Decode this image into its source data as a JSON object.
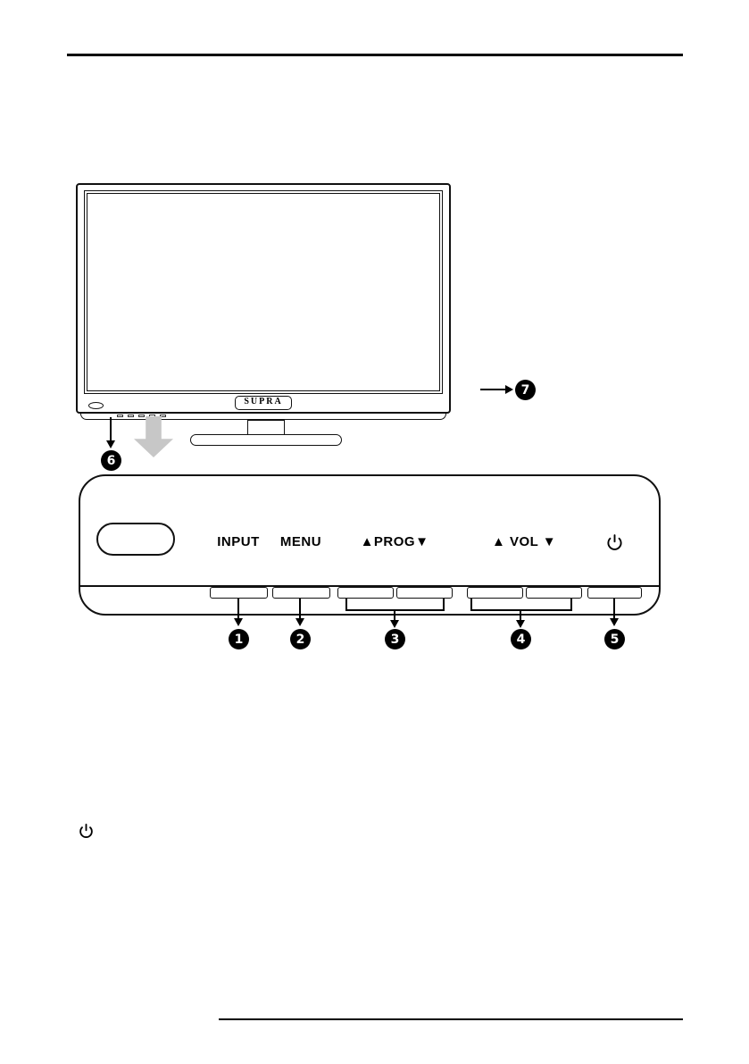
{
  "tv": {
    "brand": "SUPRA"
  },
  "panel": {
    "input_label": "INPUT",
    "menu_label": "MENU",
    "prog_label": "▲PROG▼",
    "vol_label": "▲ VOL ▼"
  },
  "icons": {
    "power": "⏻"
  },
  "callouts": {
    "n1": "1",
    "n2": "2",
    "n3": "3",
    "n4": "4",
    "n5": "5",
    "n6": "6",
    "n7": "7"
  }
}
